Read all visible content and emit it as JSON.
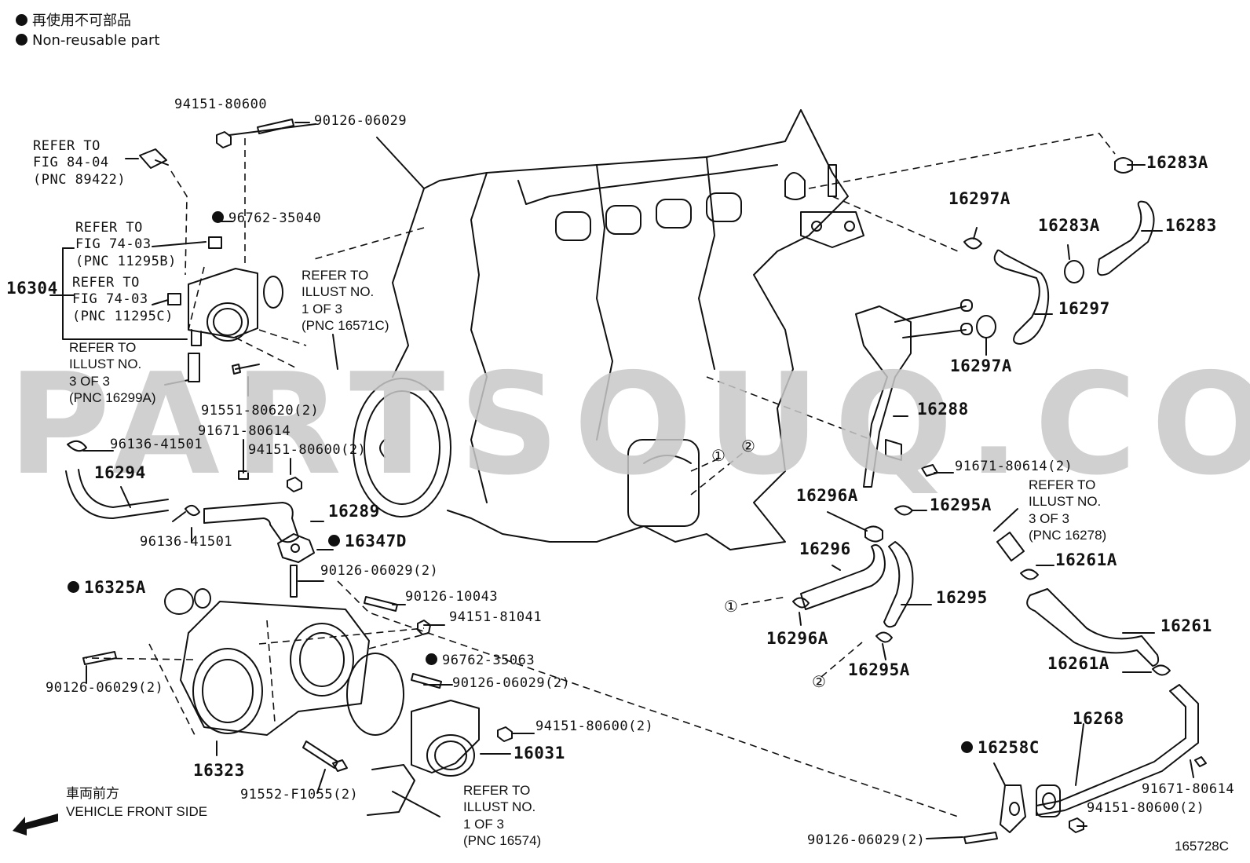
{
  "legend": {
    "jp": "再使用不可部品",
    "en": "Non-reusable part"
  },
  "watermark": "PARTSOUQ.COM",
  "figure_number": "165728C",
  "front": {
    "jp": "車両前方",
    "en": "VEHICLE FRONT SIDE"
  },
  "refs": {
    "ref_8404": "REFER TO\nFIG 84-04\n(PNC 89422)",
    "ref_7403b": "REFER TO\nFIG 74-03\n(PNC 11295B)",
    "ref_7403c": "REFER TO\nFIG 74-03\n(PNC 11295C)",
    "ref_16299a": "REFER TO\nILLUST NO.\n3 OF 3\n(PNC 16299A)",
    "ref_16571c": "REFER TO\nILLUST NO.\n1 OF 3\n(PNC 16571C)",
    "ref_16278": "REFER TO\nILLUST NO.\n3 OF 3\n(PNC 16278)",
    "ref_16574": "REFER TO\nILLUST NO.\n1 OF 3\n(PNC 16574)"
  },
  "parts": {
    "p_94151_80600_top": "94151-80600",
    "p_90126_06029_top": "90126-06029",
    "p_96762_35040": "96762-35040",
    "p_16304": "16304",
    "p_91551_80620": "91551-80620(2)",
    "p_91671_80614_left": "91671-80614",
    "p_94151_80600_mid": "94151-80600(2)",
    "p_96136_41501_a": "96136-41501",
    "p_16294": "16294",
    "p_96136_41501_b": "96136-41501",
    "p_16289": "16289",
    "p_16347d": "16347D",
    "p_90126_06029_2a": "90126-06029(2)",
    "p_16325a": "16325A",
    "p_90126_10043": "90126-10043",
    "p_94151_81041": "94151-81041",
    "p_90126_06029_2b": "90126-06029(2)",
    "p_96762_35063": "96762-35063",
    "p_90126_06029_2c": "90126-06029(2)",
    "p_94151_80600_2b": "94151-80600(2)",
    "p_16031": "16031",
    "p_16323": "16323",
    "p_91552_f1055": "91552-F1055(2)",
    "p_16283a_top": "16283A",
    "p_16297a_top": "16297A",
    "p_16283a_mid": "16283A",
    "p_16283": "16283",
    "p_16297": "16297",
    "p_16297a_bot": "16297A",
    "p_16288": "16288",
    "p_91671_80614_2": "91671-80614(2)",
    "p_16296a_top": "16296A",
    "p_16295a_top": "16295A",
    "p_16296": "16296",
    "p_16295": "16295",
    "p_16296a_bot": "16296A",
    "p_16295a_bot": "16295A",
    "p_16261a_top": "16261A",
    "p_16261": "16261",
    "p_16261a_bot": "16261A",
    "p_16268": "16268",
    "p_16258c": "16258C",
    "p_91671_80614_right": "91671-80614",
    "p_94151_80600_2c": "94151-80600(2)",
    "p_90126_06029_2d": "90126-06029(2)"
  },
  "markers": {
    "one": "①",
    "two": "②"
  },
  "non_reusable": [
    "96762-35040",
    "16347D",
    "16325A",
    "96762-35063",
    "16258C"
  ]
}
